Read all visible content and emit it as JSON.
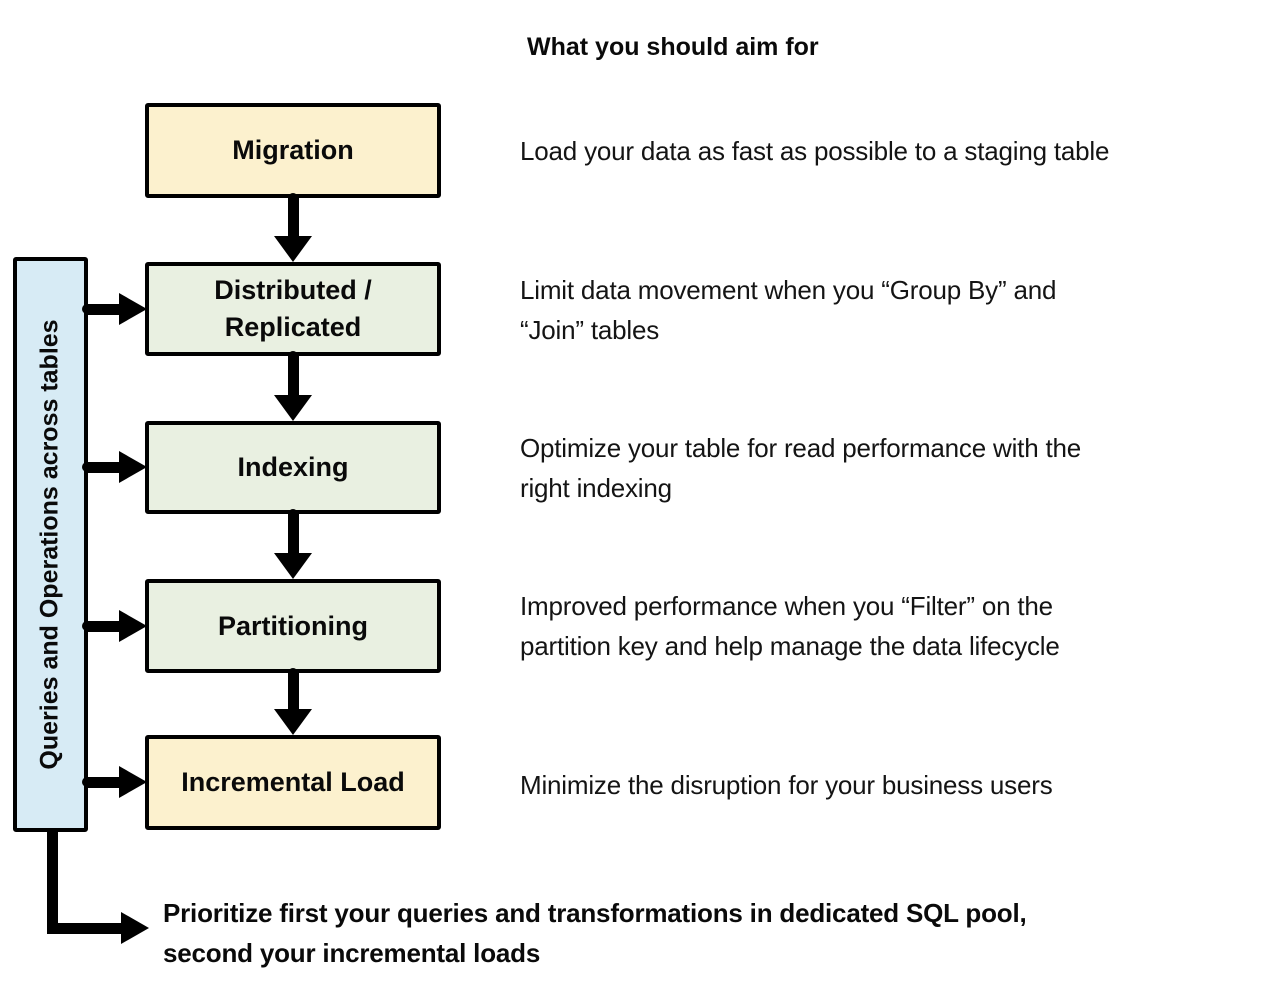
{
  "header": {
    "title": "What you should aim for"
  },
  "sidebar": {
    "label": "Queries and Operations across tables"
  },
  "flow": {
    "steps": [
      {
        "label": "Migration",
        "desc_lines": [
          "Load your data as fast as possible to a staging table"
        ]
      },
      {
        "label": "Distributed / Replicated",
        "desc_lines": [
          "Limit data movement when you “Group By” and",
          "“Join” tables"
        ]
      },
      {
        "label": "Indexing",
        "desc_lines": [
          "Optimize your table for read performance with the",
          "right indexing"
        ]
      },
      {
        "label": "Partitioning",
        "desc_lines": [
          "Improved performance when you “Filter” on the",
          "partition key and help manage the data lifecycle"
        ]
      },
      {
        "label": "Incremental Load",
        "desc_lines": [
          "Minimize the disruption for your business users"
        ]
      }
    ]
  },
  "footer": {
    "lines": [
      "Prioritize first your queries and transformations in dedicated SQL pool,",
      "second your incremental loads"
    ]
  },
  "colors": {
    "stage_fill": "#FCF1CE",
    "optimize_fill": "#E9F0E1",
    "sidebar_fill": "#D7EBF5",
    "line": "#000000"
  }
}
